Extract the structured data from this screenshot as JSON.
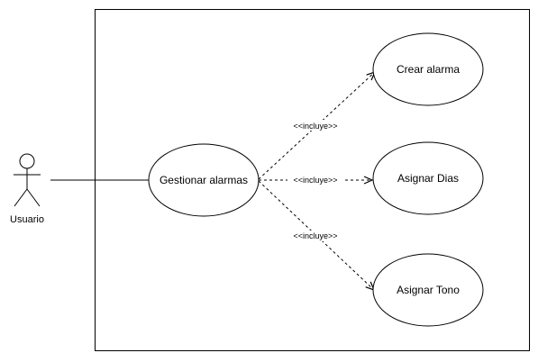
{
  "actor": {
    "name": "Usuario"
  },
  "use_cases": {
    "main": "Gestionar alarmas",
    "crear": "Crear alarma",
    "dias": "Asignar Dias",
    "tono": "Asignar Tono"
  },
  "relations": {
    "include_top": "<<incluye>>",
    "include_middle": "<<incluye>>",
    "include_bottom": "<<incluye>>"
  },
  "colors": {
    "stroke": "#000000",
    "background": "#ffffff"
  }
}
